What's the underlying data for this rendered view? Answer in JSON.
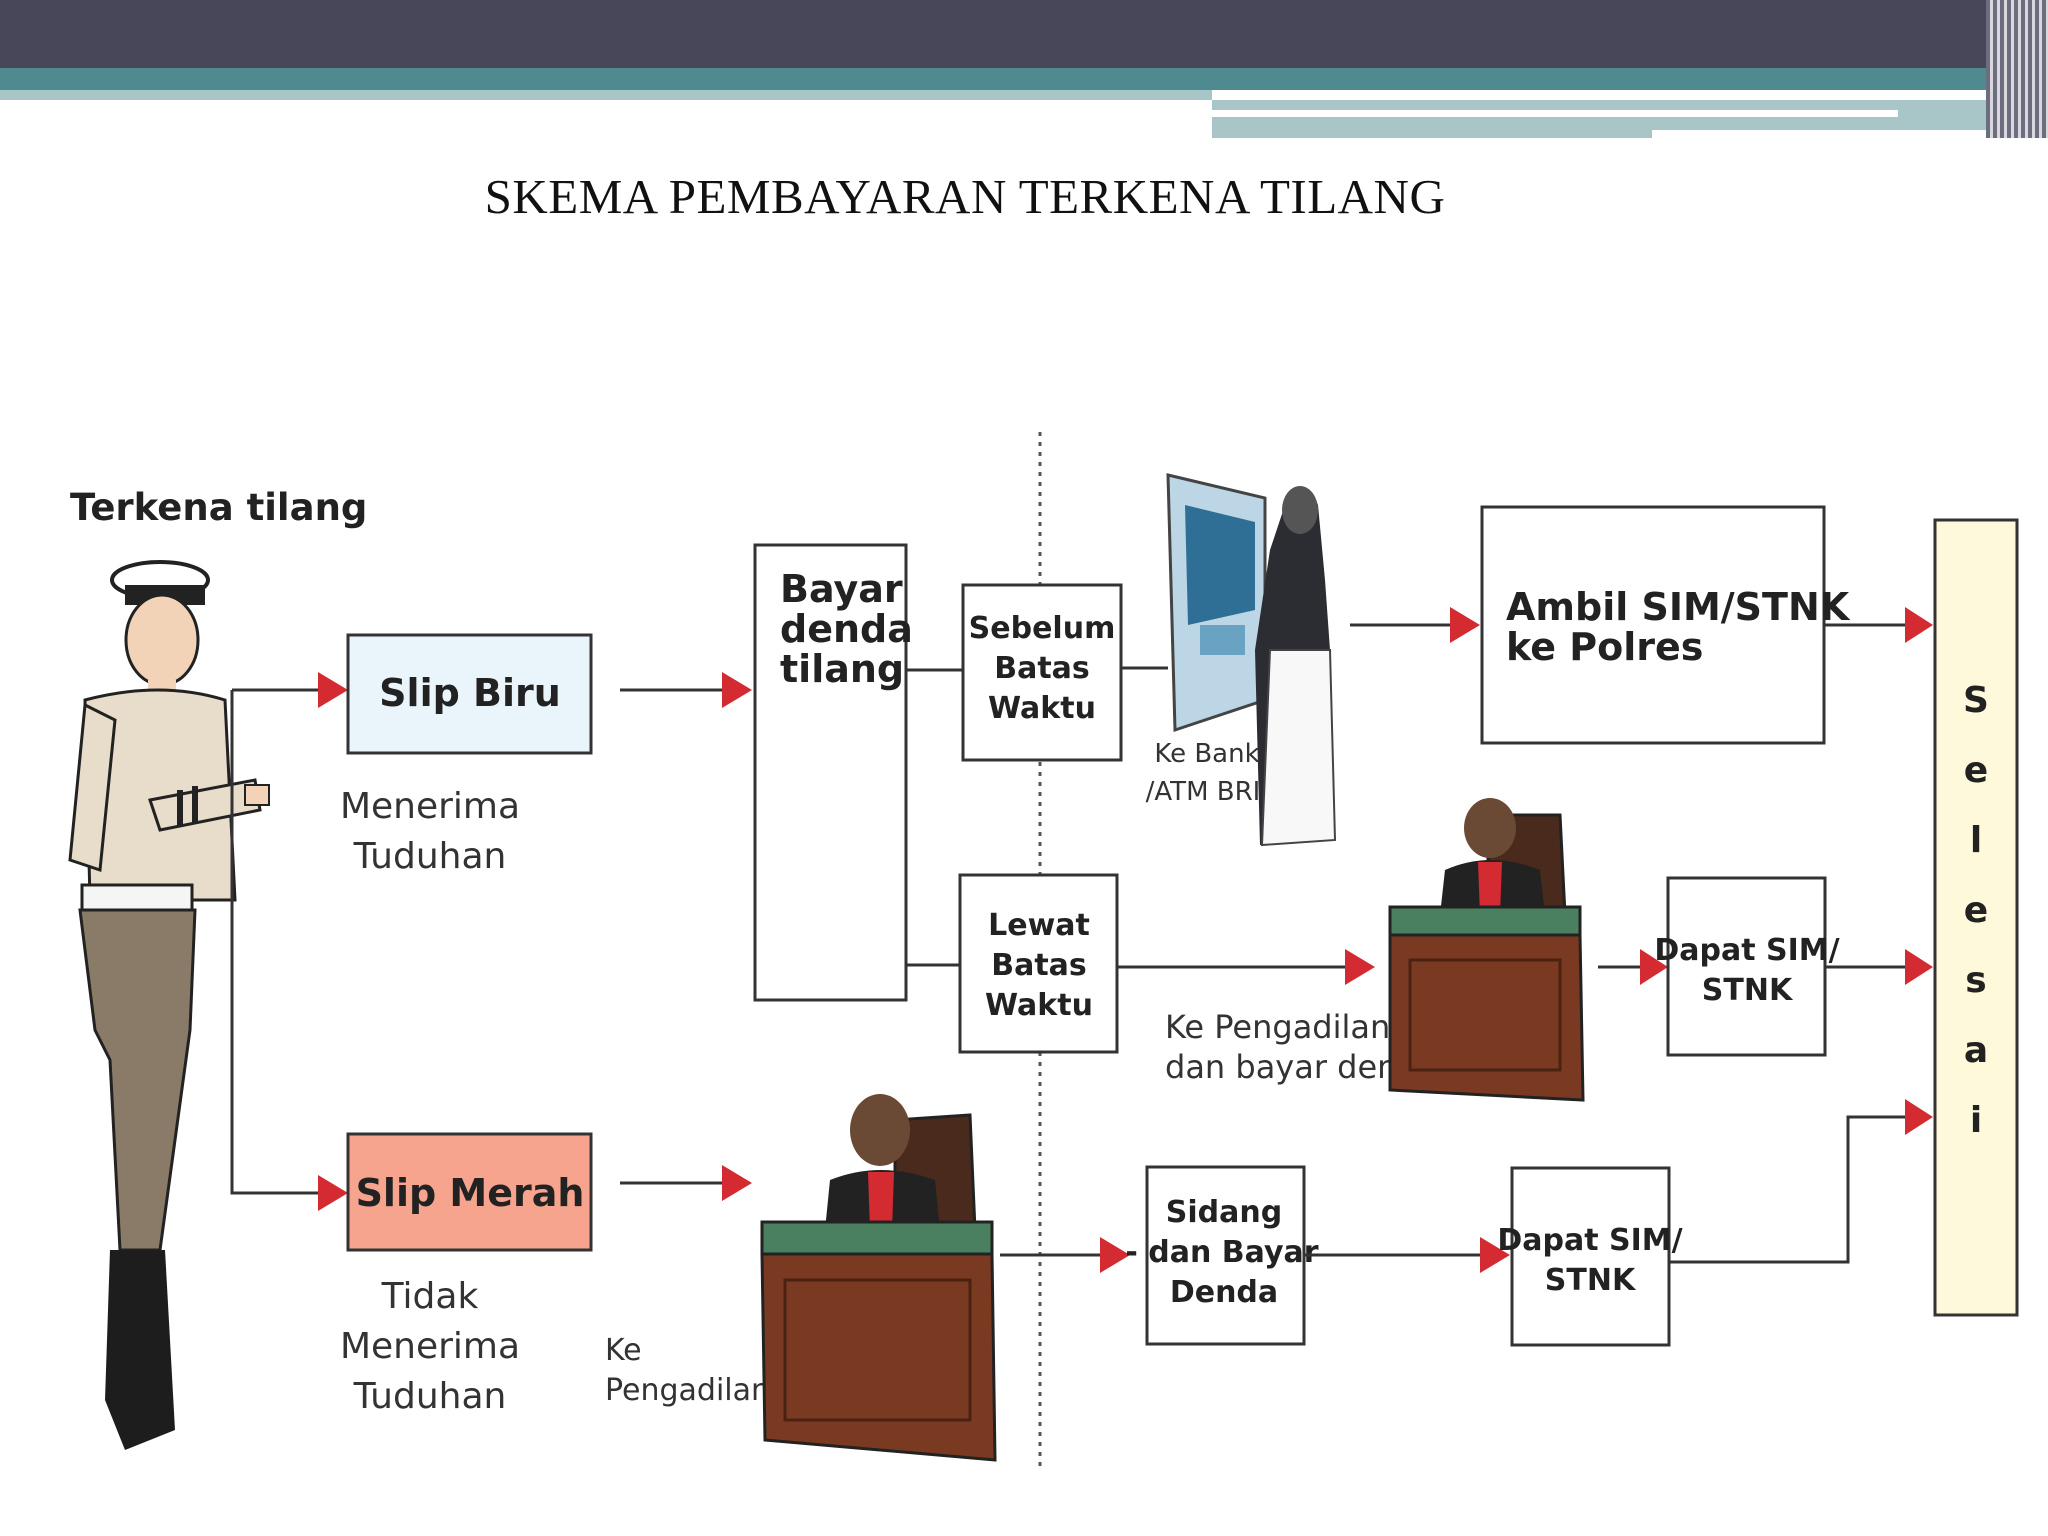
{
  "slide": {
    "title": "SKEMA PEMBAYARAN TERKENA TILANG"
  },
  "diagram": {
    "start_label": "Terkena tilang",
    "slip_biru": "Slip Biru",
    "slip_biru_caption": [
      "Menerima",
      "Tuduhan"
    ],
    "slip_merah": "Slip Merah",
    "slip_merah_caption": [
      "Tidak",
      "Menerima",
      "Tuduhan"
    ],
    "bayar_denda": [
      "Bayar",
      "denda",
      "tilang"
    ],
    "sebelum": [
      "Sebelum",
      "Batas",
      "Waktu"
    ],
    "lewat": [
      "Lewat",
      "Batas",
      "Waktu"
    ],
    "ke_bank": [
      "Ke Bank",
      "/ATM BRI"
    ],
    "ambil_sim": [
      "Ambil SIM/STNK",
      "ke Polres"
    ],
    "ke_pengadilan_denda": [
      "Ke Pengadilan",
      "dan bayar denda"
    ],
    "dapat_sim_1": [
      "Dapat SIM/",
      "STNK"
    ],
    "ke_pengadilan": [
      "Ke",
      "Pengadilan"
    ],
    "sidang": [
      "Sidang",
      "- dan Bayar",
      "Denda"
    ],
    "dapat_sim_2": [
      "Dapat SIM/",
      "STNK"
    ],
    "selesai": [
      "S",
      "e",
      "l",
      "e",
      "s",
      "a",
      "i"
    ]
  },
  "colors": {
    "header_dark": "#474759",
    "header_teal": "#4e8a90",
    "arrow_red": "#d42a32",
    "slip_biru_fill": "#e9f4fb",
    "slip_merah_fill": "#f6a48d",
    "selesai_fill": "#fdf9da"
  }
}
